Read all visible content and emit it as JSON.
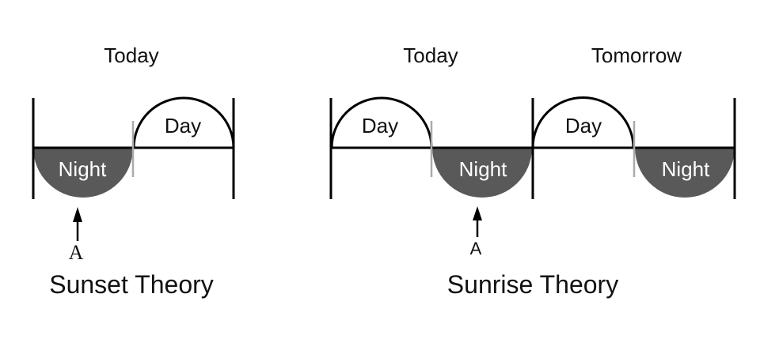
{
  "colors": {
    "night_fill": "#595959",
    "line": "#000000",
    "divider": "#aaaaaa",
    "background": "#ffffff"
  },
  "diagrams": [
    {
      "name": "sunset-theory",
      "title": "Sunset Theory",
      "headers": [
        "Today"
      ],
      "segments": [
        "Night",
        "Day"
      ],
      "marker": "A"
    },
    {
      "name": "sunrise-theory",
      "title": "Sunrise Theory",
      "headers": [
        "Today",
        "Tomorrow"
      ],
      "segments": [
        "Day",
        "Night",
        "Day",
        "Night"
      ],
      "marker": "A"
    }
  ]
}
